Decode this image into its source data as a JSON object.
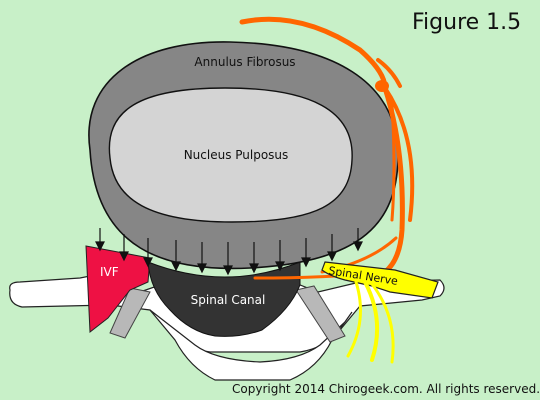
{
  "figure": {
    "title": "Figure 1.5",
    "copyright": "Copyright 2014 Chirogeek.com. All rights reserved."
  },
  "labels": {
    "annulus": "Annulus Fibrosus",
    "nucleus": "Nucleus Pulposus",
    "ivf": "IVF",
    "canal": "Spinal Canal",
    "nerve": "Spinal Nerve"
  },
  "colors": {
    "background": "#c8f0c8",
    "annulus": "#868686",
    "nucleus": "#d4d4d4",
    "ivf": "#ee1144",
    "canal": "#333333",
    "nerve": "#ffff00",
    "sinuvertebral_nerve": "#ff6600",
    "vertebra": "#ffffff"
  }
}
